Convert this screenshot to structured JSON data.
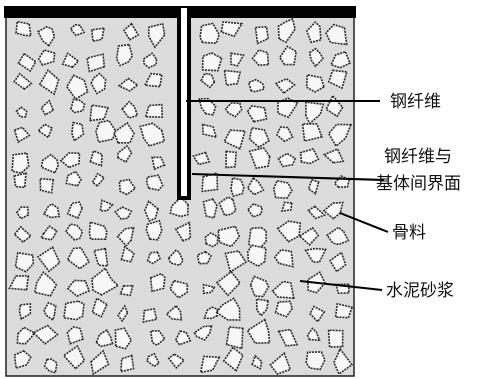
{
  "figure": {
    "labels": {
      "fiber": "钢纤维",
      "interface_line1": "钢纤维与",
      "interface_line2": "基体间界面",
      "aggregate": "骨料",
      "mortar": "水泥砂浆"
    },
    "colors": {
      "mortar": "#dcdcdc",
      "aggregate_fill": "#f7f7f7",
      "aggregate_edge": "#2a2a2a",
      "top_bar": "#000000",
      "fiber": "#ffffff",
      "fiber_edge": "#000000",
      "leader_line": "#000000",
      "label_text": "#111111"
    }
  }
}
